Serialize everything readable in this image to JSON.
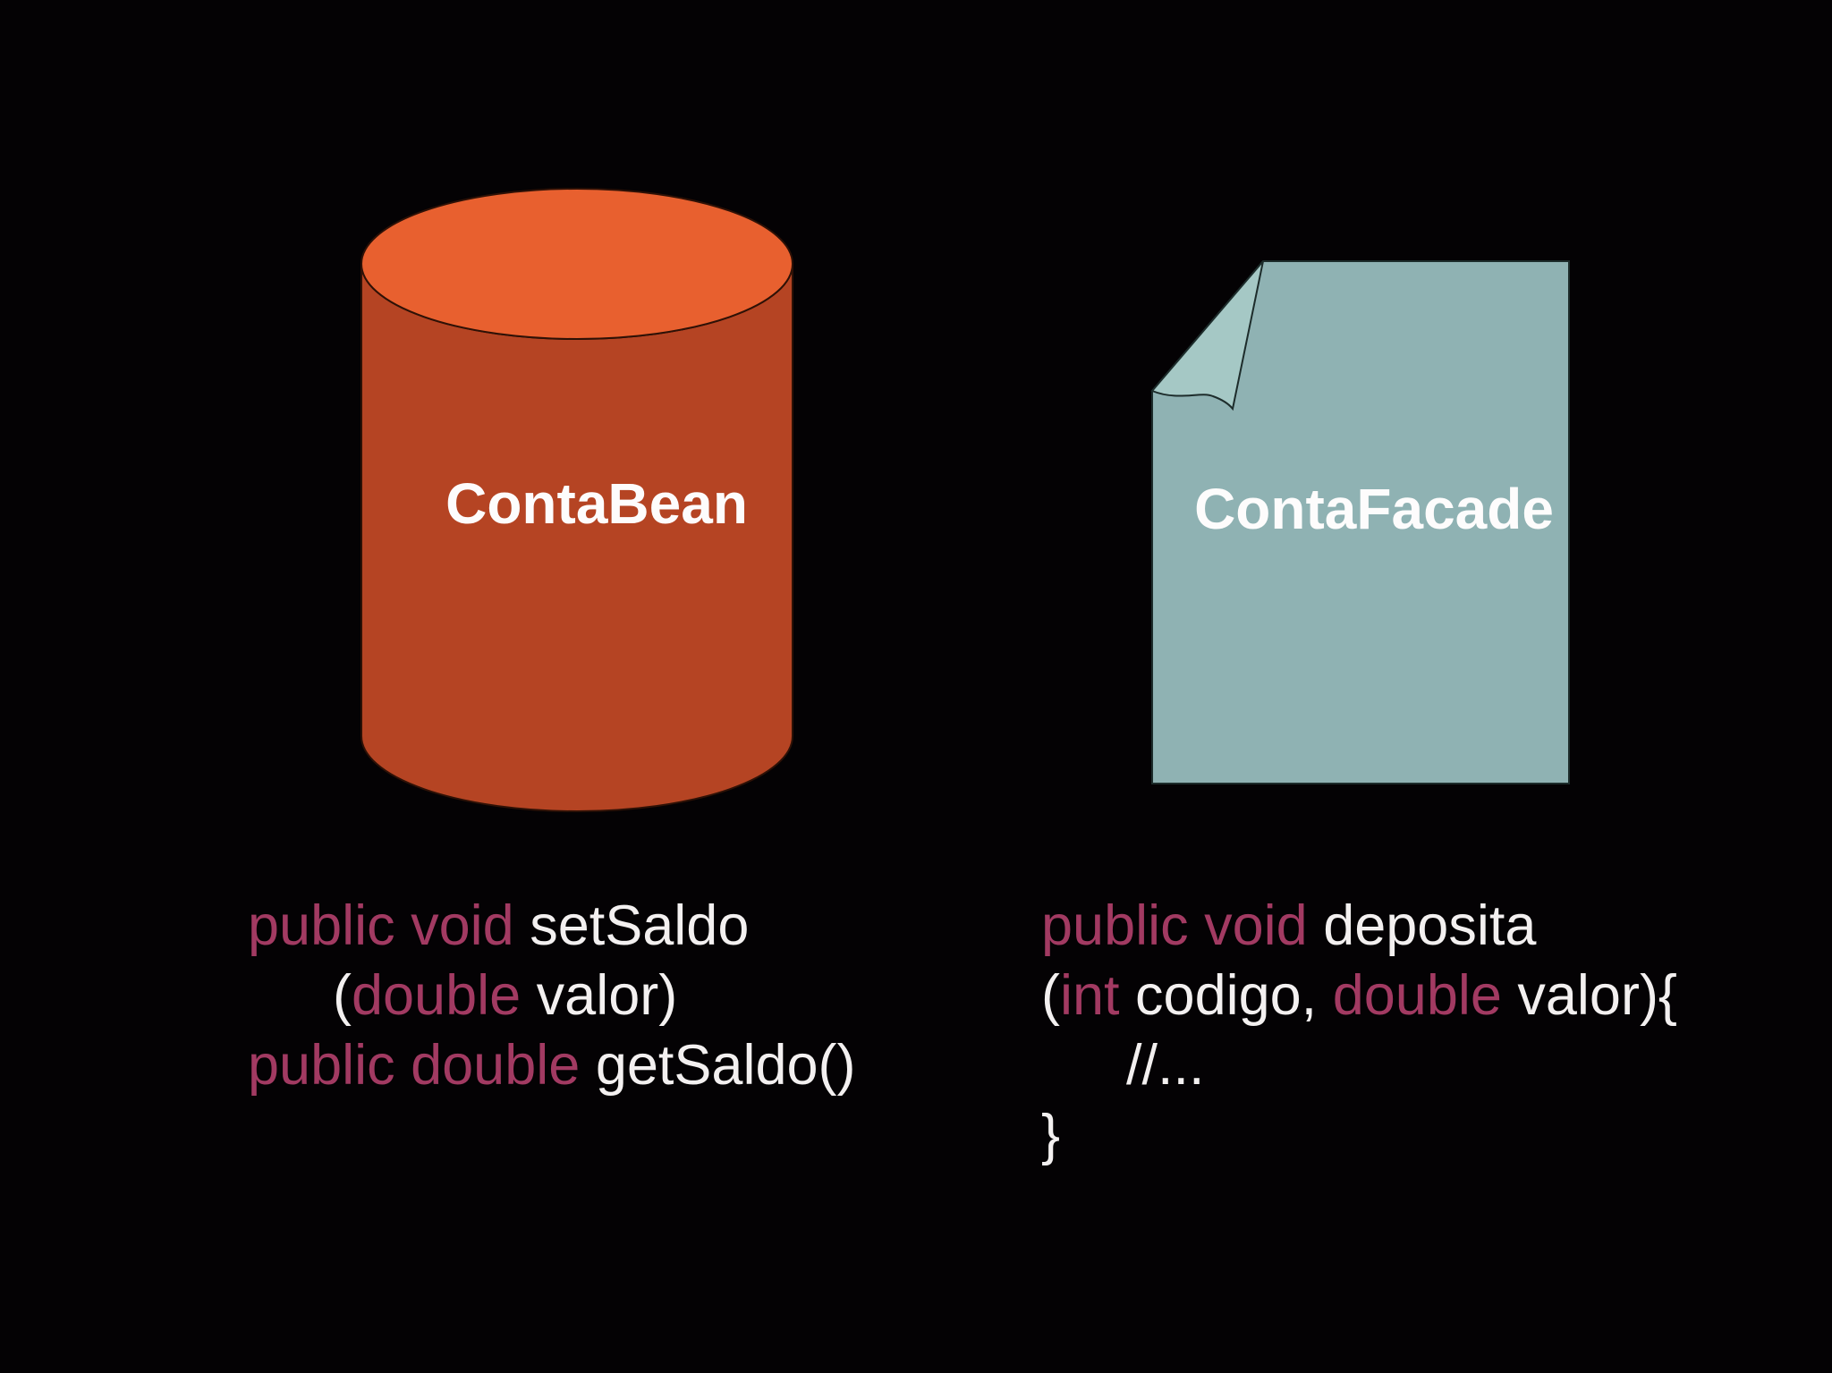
{
  "colors": {
    "background": "#040204",
    "keyword": "#a23a62",
    "code_text": "#f3f0f0",
    "title_text": "#fdfcfc",
    "cylinder_body": "#b54423",
    "cylinder_top": "#e8602f",
    "cylinder_outline": "#2e1106",
    "doc_body": "#8fb2b3",
    "doc_fold": "#a5c8c5",
    "doc_outline": "#1d2c2b"
  },
  "left_component": {
    "shape": "cylinder",
    "title": "ContaBean",
    "code_lines": [
      {
        "indent": 0,
        "tokens": [
          {
            "text": "public void ",
            "type": "keyword"
          },
          {
            "text": "setSaldo",
            "type": "plain"
          }
        ]
      },
      {
        "indent": 1,
        "tokens": [
          {
            "text": "(",
            "type": "plain"
          },
          {
            "text": "double",
            "type": "keyword"
          },
          {
            "text": " valor)",
            "type": "plain"
          }
        ]
      },
      {
        "indent": 0,
        "tokens": [
          {
            "text": "public double ",
            "type": "keyword"
          },
          {
            "text": "getSaldo()",
            "type": "plain"
          }
        ]
      }
    ]
  },
  "right_component": {
    "shape": "document",
    "title": "ContaFacade",
    "code_lines": [
      {
        "indent": 0,
        "tokens": [
          {
            "text": "public void ",
            "type": "keyword"
          },
          {
            "text": "deposita",
            "type": "plain"
          }
        ]
      },
      {
        "indent": 0,
        "tokens": [
          {
            "text": "(",
            "type": "plain"
          },
          {
            "text": "int",
            "type": "keyword"
          },
          {
            "text": " codigo, ",
            "type": "plain"
          },
          {
            "text": "double",
            "type": "keyword"
          },
          {
            "text": " valor){",
            "type": "plain"
          }
        ]
      },
      {
        "indent": 1,
        "tokens": [
          {
            "text": "//...",
            "type": "plain"
          }
        ]
      },
      {
        "indent": 0,
        "tokens": [
          {
            "text": "}",
            "type": "plain"
          }
        ]
      }
    ]
  }
}
